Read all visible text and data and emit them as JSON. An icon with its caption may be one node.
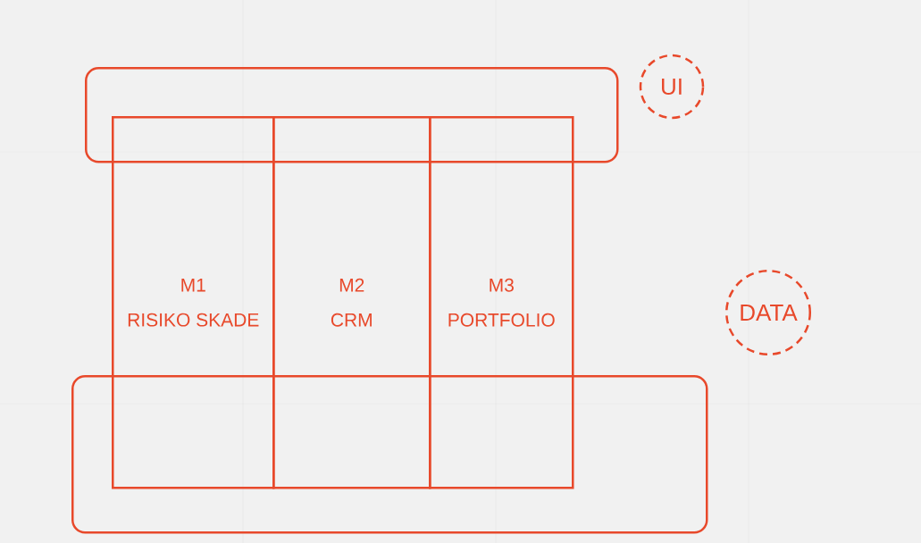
{
  "diagram": {
    "nodes": [
      {
        "text": [],
        "shape": "box"
      },
      {
        "text": [
          "UI"
        ]
      },
      {
        "text": [
          "M1",
          "RISIKO SKADE"
        ]
      },
      {
        "text": [
          "M2",
          "CRM"
        ]
      },
      {
        "text": [
          "M3",
          "PORTFOLIO"
        ]
      },
      {
        "text": [],
        "shape": "box"
      },
      {
        "text": [
          "DATA"
        ]
      }
    ]
  }
}
